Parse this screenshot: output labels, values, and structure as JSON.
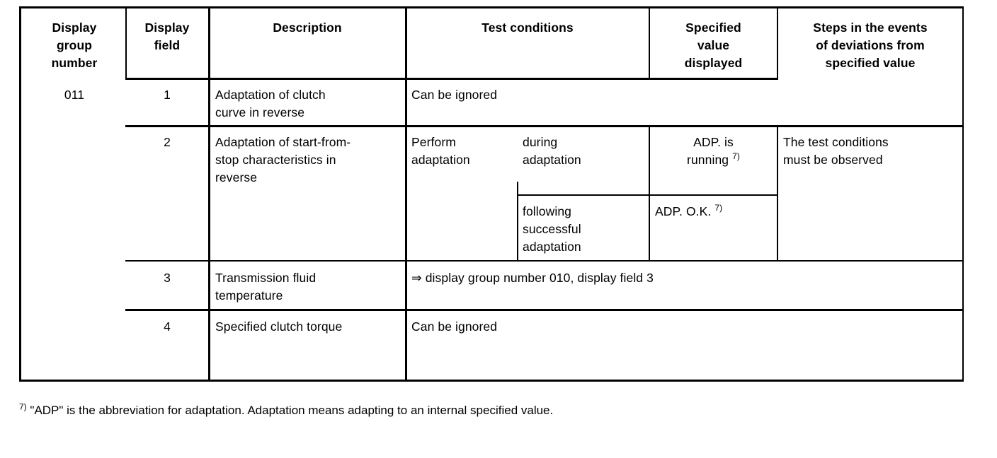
{
  "document": {
    "type": "specification-table",
    "colors": {
      "ink": "#000000",
      "paper": "#ffffff"
    }
  },
  "table": {
    "headers": {
      "display_group_number": "Display\ngroup\nnumber",
      "display_group_number_lines": [
        "Display",
        "group",
        "number"
      ],
      "display_field_lines": [
        "Display",
        "field"
      ],
      "description": "Description",
      "test_conditions": "Test conditions",
      "specified_value_displayed_lines": [
        "Specified",
        "value",
        "displayed"
      ],
      "steps_lines": [
        "Steps in the events",
        "of deviations from",
        "specified value"
      ]
    },
    "group_number": "011",
    "rows": [
      {
        "field": "1",
        "description_lines": [
          "Adaptation of clutch",
          "curve in reverse"
        ],
        "test_conditions": "Can be ignored",
        "test_conditions_span": "full",
        "specified_value": "",
        "steps": ""
      },
      {
        "field": "2",
        "description_lines": [
          "Adaptation of start-from-",
          "stop characteristics in",
          "reverse"
        ],
        "test_condition_action_lines": [
          "Perform",
          "adaptation"
        ],
        "subrows": [
          {
            "condition_lines": [
              "during",
              "adaptation"
            ],
            "specified_value": "ADP. is",
            "specified_value_line2": "running",
            "specified_value_footnote": "7)",
            "specified_value_align": "center"
          },
          {
            "condition_lines": [
              "following",
              "successful",
              "adaptation"
            ],
            "specified_value": "ADP. O.K.",
            "specified_value_footnote": "7)",
            "specified_value_align": "left"
          }
        ],
        "steps_lines": [
          "The test conditions",
          "must be observed"
        ]
      },
      {
        "field": "3",
        "description_lines": [
          "Transmission fluid",
          "temperature"
        ],
        "test_conditions": "⇒ display group number 010, display field 3",
        "test_conditions_span": "full",
        "specified_value": "",
        "steps": ""
      },
      {
        "field": "4",
        "description_lines": [
          "Specified clutch torque"
        ],
        "test_conditions": "Can be ignored",
        "test_conditions_span": "full",
        "specified_value": "",
        "steps": ""
      }
    ]
  },
  "footnote": {
    "marker": "7)",
    "text": "\"ADP\" is the abbreviation for adaptation. Adaptation means adapting to an internal specified value."
  }
}
